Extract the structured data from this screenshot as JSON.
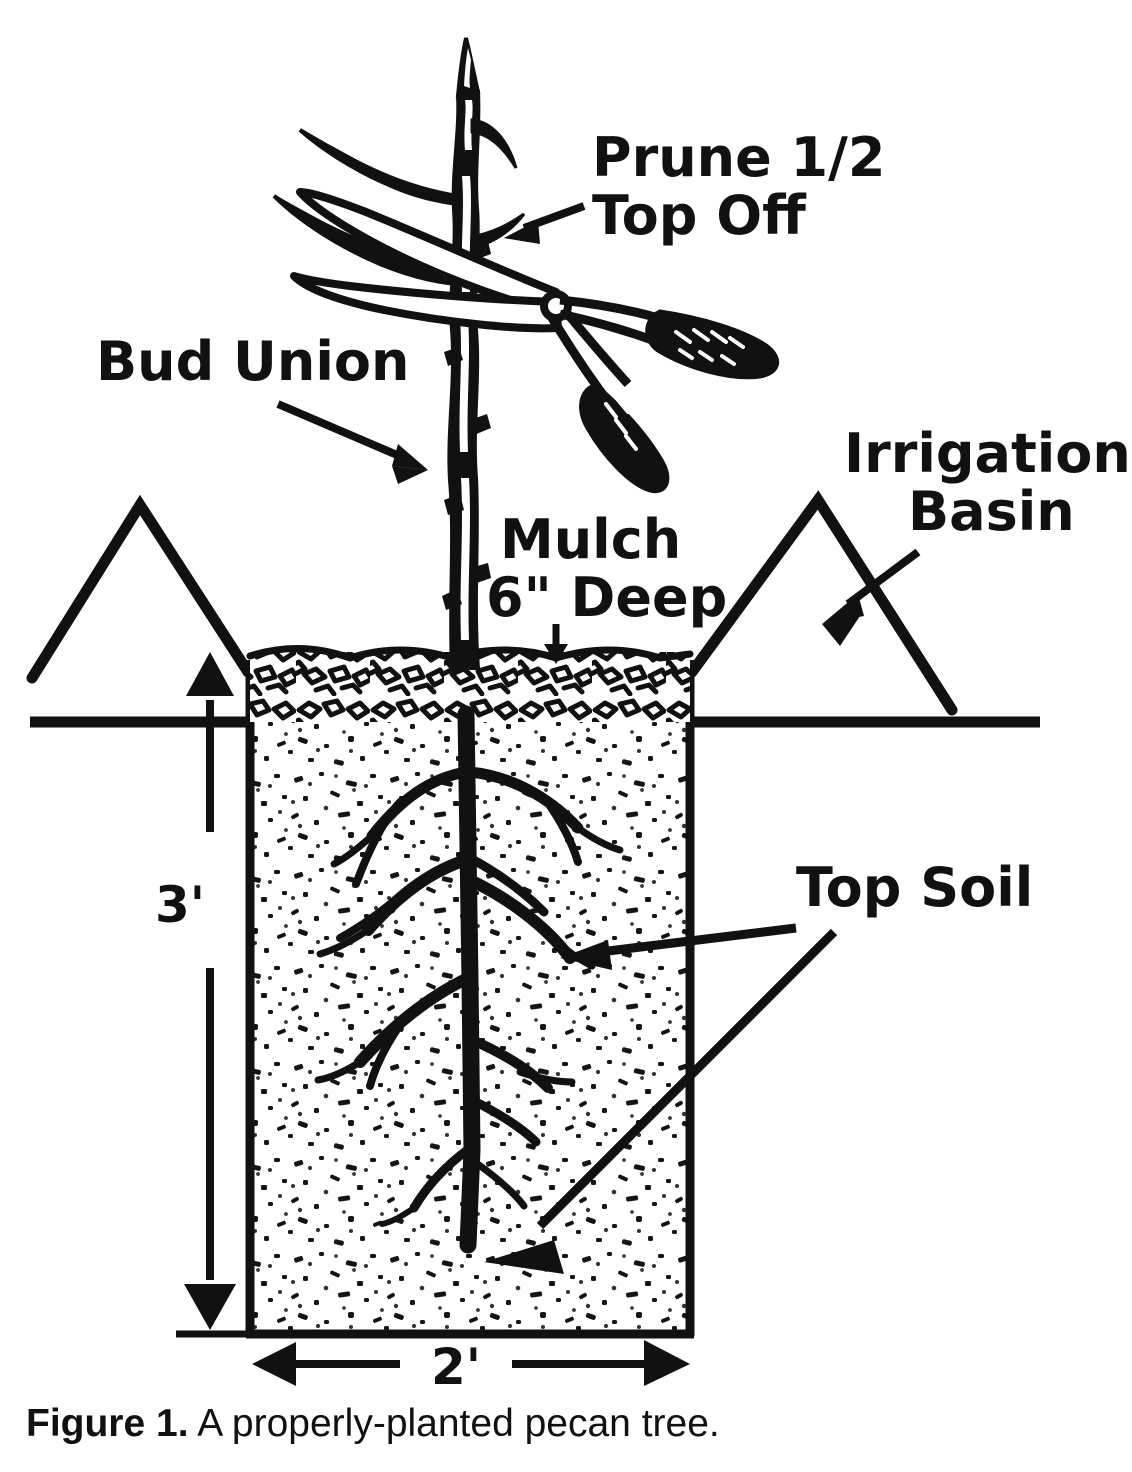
{
  "figure": {
    "caption_label": "Figure 1.",
    "caption_text": " A properly-planted pecan tree.",
    "caption_full": "Figure 1. A properly-planted pecan tree.",
    "subject": "pecan tree planting cross-section diagram",
    "style": "black-and-white line drawing"
  },
  "labels": {
    "prune_line1": "Prune 1/2",
    "prune_line2": "Top Off",
    "bud_union": "Bud Union",
    "mulch_line1": "Mulch",
    "mulch_line2": "6\" Deep",
    "irrigation_line1": "Irrigation",
    "irrigation_line2": "Basin",
    "top_soil": "Top Soil"
  },
  "dimensions": {
    "depth": "3'",
    "width": "2'",
    "depth_meaning": "planting hole depth, 3 feet",
    "width_meaning": "planting hole width, 2 feet",
    "mulch_depth": "6\""
  },
  "colors": {
    "ink": "#111111",
    "paper": "#ffffff",
    "stipple": "#1a1a1a"
  },
  "icons": {
    "pruning_shears": "pruning-shears-icon",
    "arrow": "arrow-icon",
    "tree": "tree-icon",
    "berm": "berm-icon"
  }
}
